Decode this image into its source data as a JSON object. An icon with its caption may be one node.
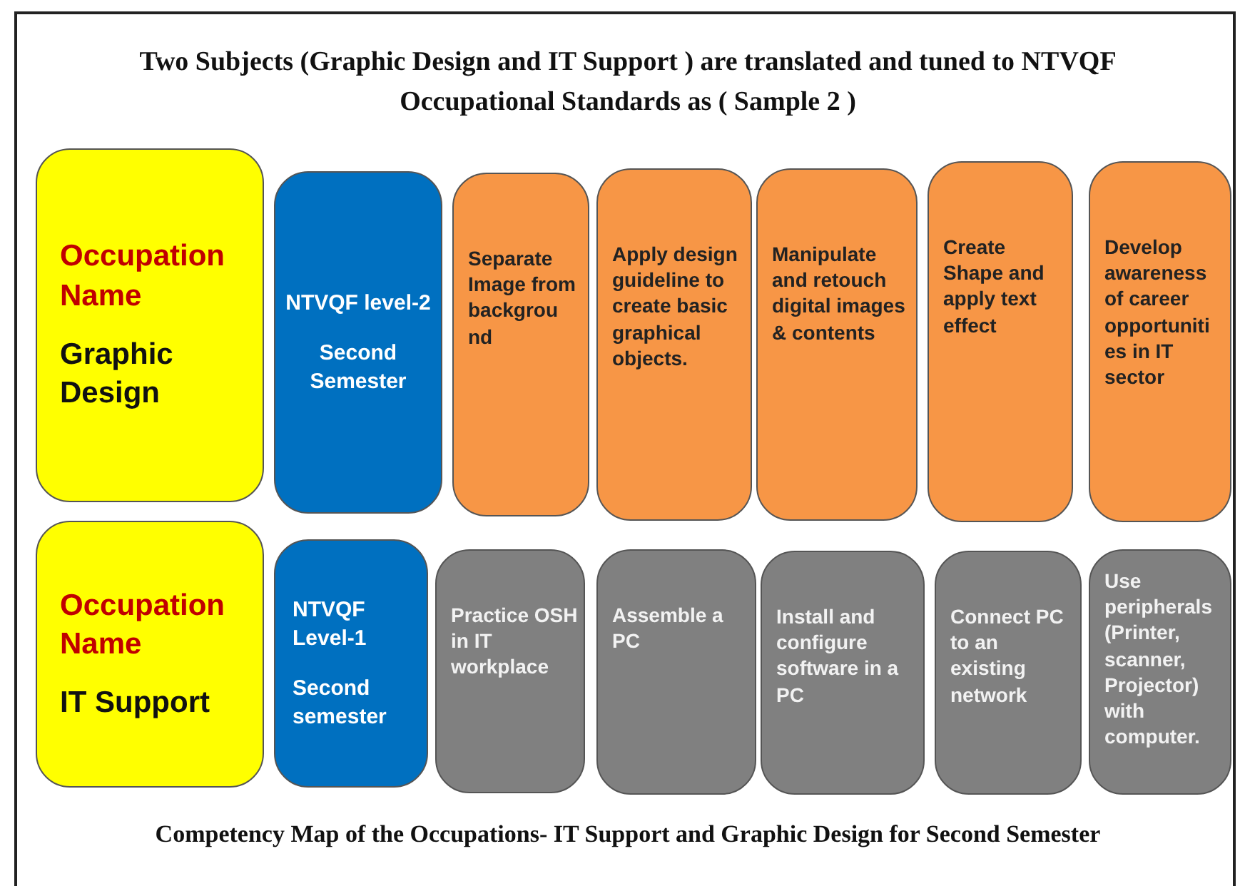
{
  "diagram": {
    "title": "Two Subjects (Graphic Design and IT Support ) are translated and tuned to NTVQF Occupational Standards as ( Sample 2 )",
    "caption": "Competency Map of the Occupations- IT Support and Graphic Design for Second Semester",
    "nodes": [
      {
        "text": [
          "Occupation Name",
          "Graphic Design"
        ]
      },
      {
        "text": [
          "NTVQF level-2",
          "Second Semester"
        ]
      },
      {
        "text": [
          "Separate Image from backgrou nd"
        ]
      },
      {
        "text": [
          "Apply design guideline to create basic graphical objects."
        ]
      },
      {
        "text": [
          "Manipulate and retouch digital images & contents"
        ]
      },
      {
        "text": [
          "Create Shape and apply text effect"
        ]
      },
      {
        "text": [
          "Develop awareness of career opportuniti es in IT sector"
        ]
      },
      {
        "text": [
          "Occupation Name",
          "IT Support"
        ]
      },
      {
        "text": [
          "NTVQF Level-1",
          "Second semester"
        ]
      },
      {
        "text": [
          "Practice OSH in IT workplace"
        ]
      },
      {
        "text": [
          "Assemble a PC"
        ]
      },
      {
        "text": [
          "Install and configure software in a PC"
        ]
      },
      {
        "text": [
          "Connect PC to an existing network"
        ]
      },
      {
        "text": [
          "Use peripherals (Printer, scanner, Projector) with computer."
        ]
      }
    ]
  }
}
